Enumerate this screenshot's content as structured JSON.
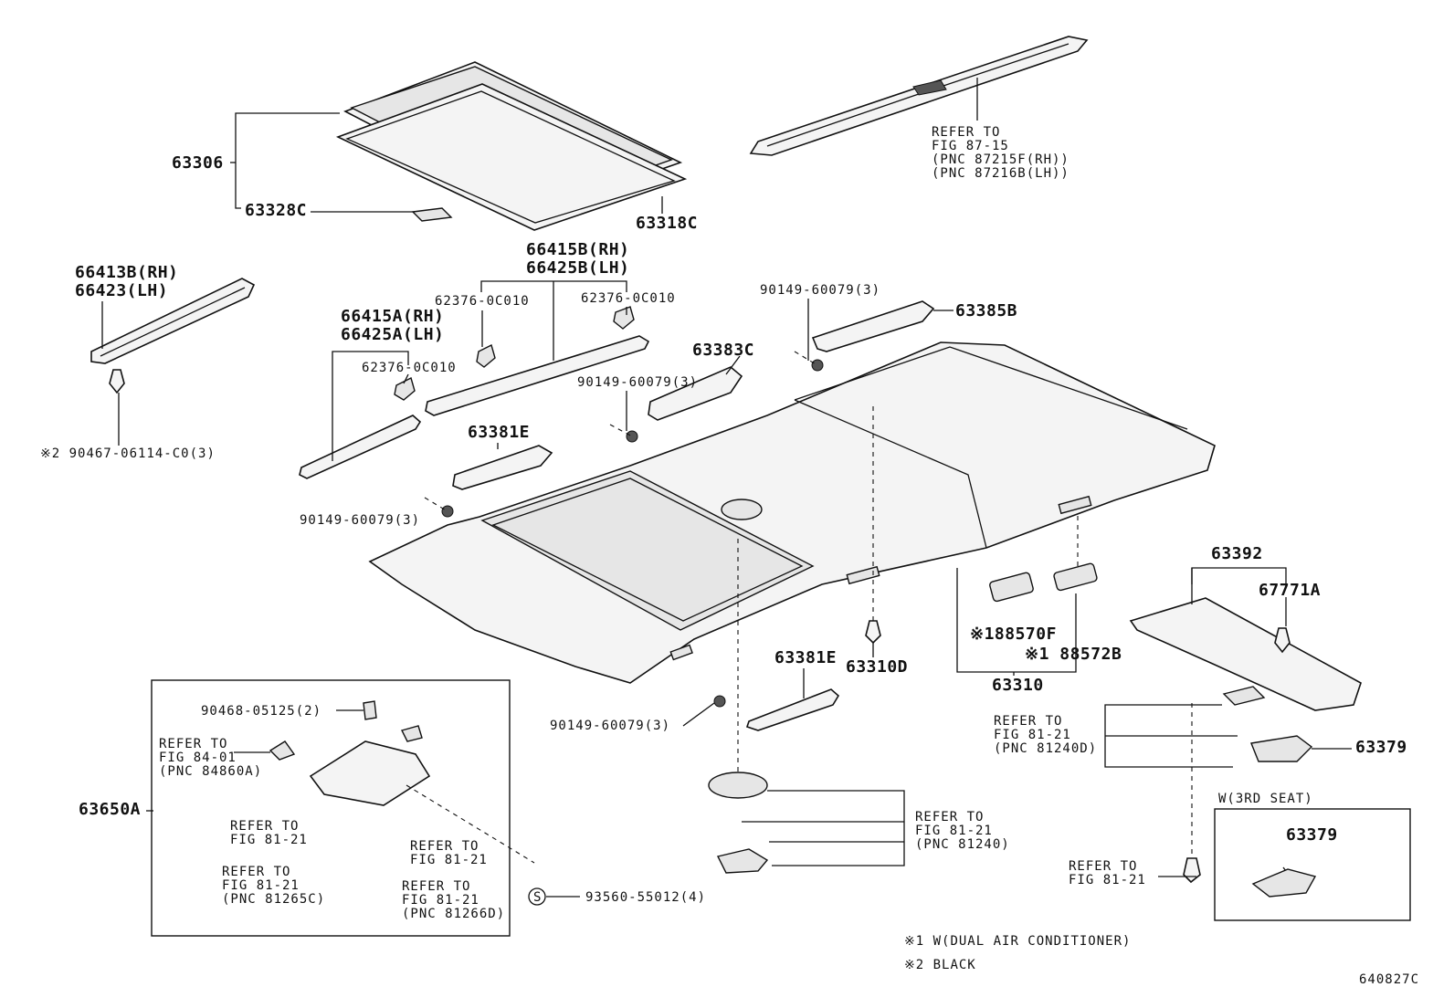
{
  "parts": {
    "sunshade": "63306",
    "sunshade_seal": "63318C",
    "sunshade_stop": "63328C",
    "side_rail_upper_rh": "66413B(RH)",
    "side_rail_upper_lh": "66423(LH)",
    "clip_black": "※2 90467-06114-C0(3)",
    "rail_b_rh": "66415B(RH)",
    "rail_b_lh": "66425B(LH)",
    "rail_a_rh": "66415A(RH)",
    "rail_a_lh": "66425A(LH)",
    "clip_1": "62376-0C010",
    "clip_2": "62376-0C010",
    "clip_3": "62376-0C010",
    "screw_1": "90149-60079(3)",
    "screw_2": "90149-60079(3)",
    "screw_3": "90149-60079(3)",
    "screw_4": "90149-60079(3)",
    "bracket_63385b": "63385B",
    "bracket_63383c": "63383C",
    "bracket_63381e_front": "63381E",
    "bracket_63381e_rear": "63381E",
    "headliner": "63310",
    "headliner_clip": "63310D",
    "plug_1": "※188570F",
    "plug_2": "※1 88572B",
    "rear_trim": "63392",
    "rear_clip": "67771A",
    "lamp_cover": "63379",
    "lamp_cover_3rd": "63379",
    "third_seat_note": "W(3RD SEAT)",
    "console": "63650A",
    "console_screw": "90468-05125(2)",
    "console_s_screw": "93560-55012(4)",
    "s_symbol": "S"
  },
  "refs": {
    "rail_refer": [
      "REFER TO",
      "FIG 87-15",
      "(PNC 87215F(RH))",
      "(PNC 87216B(LH))"
    ],
    "rear_lamp_refer": [
      "REFER TO",
      "FIG 81-21",
      "(PNC 81240D)"
    ],
    "center_lamp_refer": [
      "REFER TO",
      "FIG 81-21",
      "(PNC 81240)"
    ],
    "bottom_refer": [
      "REFER TO",
      "FIG 81-21"
    ],
    "console_refer_84": [
      "REFER TO",
      "FIG 84-01",
      "(PNC 84860A)"
    ],
    "console_refer_a": [
      "REFER TO",
      "FIG 81-21"
    ],
    "console_refer_b": [
      "REFER TO",
      "FIG 81-21"
    ],
    "console_refer_c": [
      "REFER TO",
      "FIG 81-21",
      "(PNC 81265C)"
    ],
    "console_refer_d": [
      "REFER TO",
      "FIG 81-21",
      "(PNC 81266D)"
    ]
  },
  "notes": {
    "note1": "※1 W(DUAL AIR CONDITIONER)",
    "note2": "※2 BLACK",
    "figure_code": "640827C"
  }
}
